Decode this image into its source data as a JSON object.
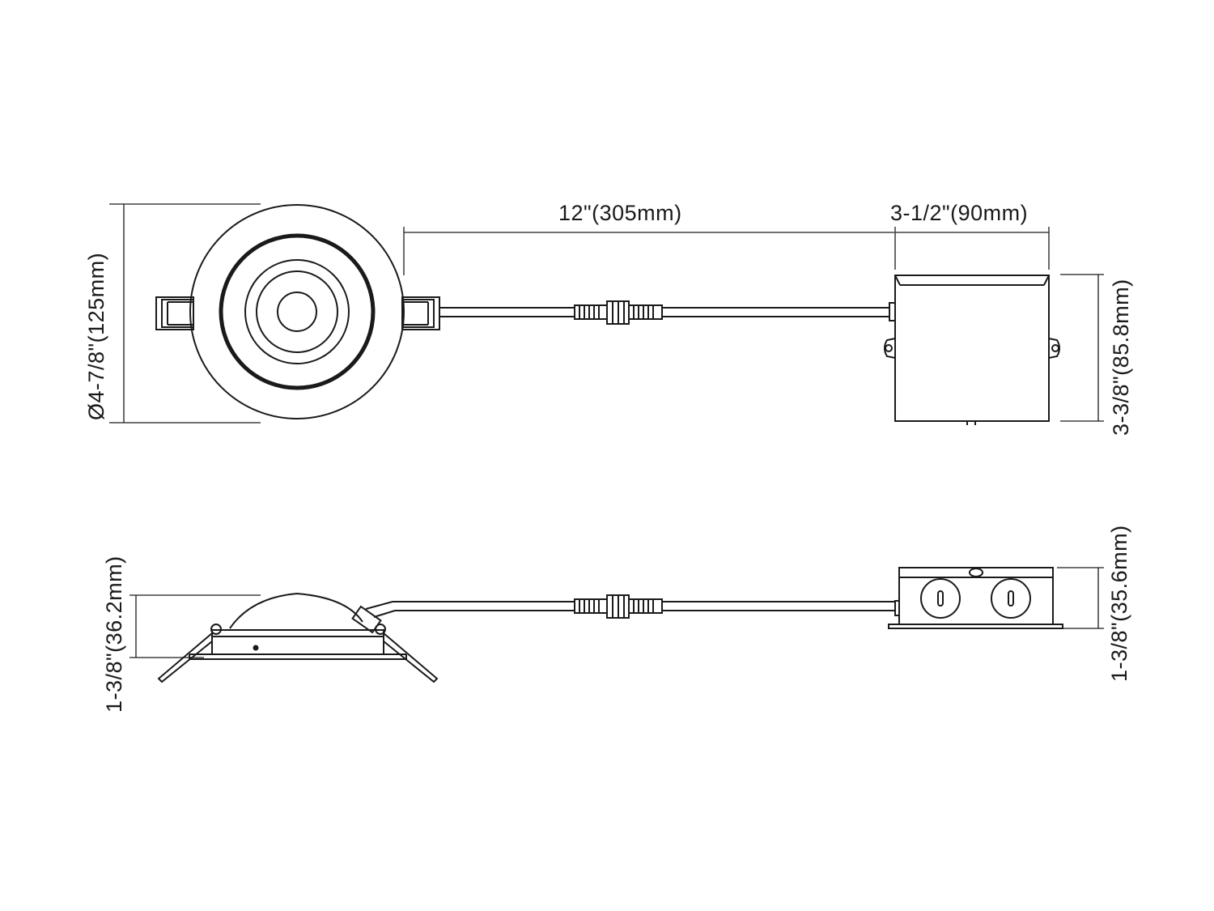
{
  "dimensions": {
    "cable_length": "12\"(305mm)",
    "box_width": "3-1/2\"(90mm)",
    "trim_diameter": "Ø4-7/8\"(125mm)",
    "box_height_top": "3-3/8\"(85.8mm)",
    "fixture_height": "1-3/8\"(36.2mm)",
    "box_height_side": "1-3/8\"(35.6mm)"
  },
  "colors": {
    "line": "#1a1a1a",
    "background": "#ffffff"
  }
}
